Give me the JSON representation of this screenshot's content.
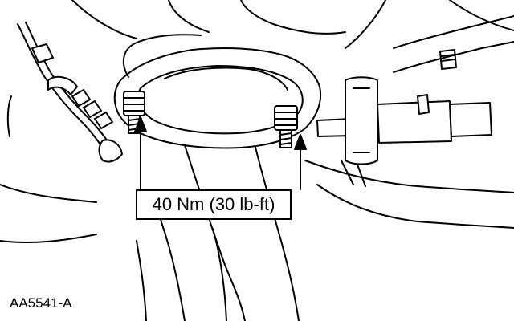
{
  "illustration": {
    "subject": "exhaust-flange-with-studs-and-nuts",
    "line_color": "#000000",
    "background_color": "#ffffff"
  },
  "callout": {
    "torque_text": "40 Nm (30 lb-ft)",
    "arrow_count": 2
  },
  "figure_id": "AA5541-A"
}
